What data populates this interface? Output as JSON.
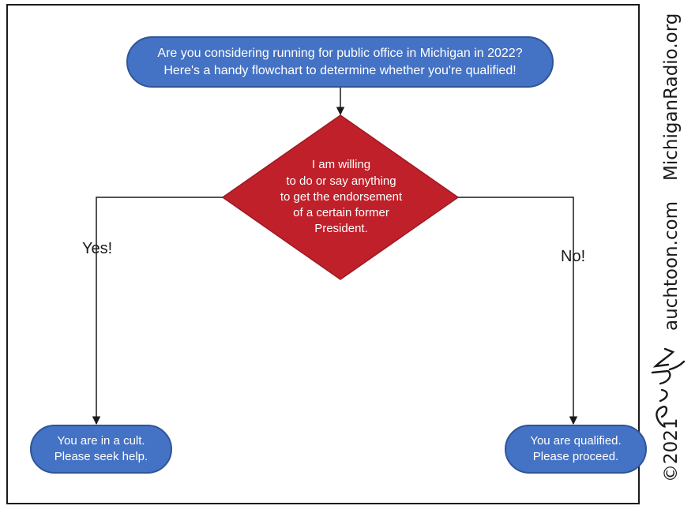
{
  "flowchart": {
    "start": {
      "line1": "Are you considering running for public office in Michigan in 2022?",
      "line2": "Here's a handy flowchart to determine whether you're qualified!"
    },
    "decision": {
      "lines": [
        "I am willing",
        "to do or say anything",
        "to get the endorsement",
        "of a certain former",
        "President."
      ]
    },
    "branches": {
      "yes_label": "Yes!",
      "no_label": "No!"
    },
    "outcomes": {
      "left": {
        "line1": "You are in a cult.",
        "line2": "Please seek help."
      },
      "right": {
        "line1": "You are qualified.",
        "line2": "Please proceed."
      }
    }
  },
  "sidebar": {
    "site1": "MichiganRadio.org",
    "site2": "auchtoon.com",
    "copyright": "©2021"
  },
  "colors": {
    "node_fill": "#4472c4",
    "node_border": "#2f5597",
    "diamond_fill": "#c0202a",
    "line": "#1a1a1a"
  }
}
